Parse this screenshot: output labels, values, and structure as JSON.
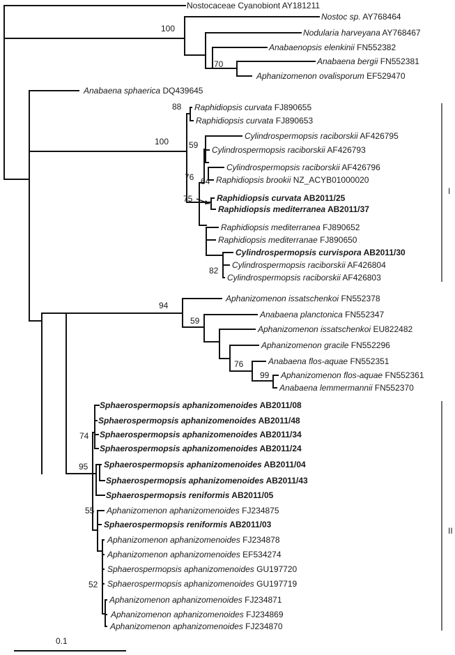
{
  "taxa": {
    "nostocaceae_cyanobiont": {
      "genus": "",
      "acc": "Nostocaceae Cyanobiont AY181211"
    },
    "nostoc_sp": {
      "genus": "Nostoc sp.",
      "acc": "AY768464"
    },
    "nodularia_harveyana": {
      "genus": "Nodularia harveyana",
      "acc": "AY768467"
    },
    "anabaenopsis_elenkinii": {
      "genus": "Anabaenopsis elenkinii",
      "acc": "FN552382"
    },
    "anabaena_bergii": {
      "genus": "Anabaena bergii",
      "acc": "FN552381"
    },
    "aphanizomenon_ovalisporum": {
      "genus": "Aphanizomenon ovalisporum",
      "acc": "EF529470"
    },
    "anabaena_sphaerica": {
      "genus": "Anabaena sphaerica",
      "acc": "DQ439645"
    },
    "raph_curvata_fj890655": {
      "genus": "Raphidiopsis curvata",
      "acc": "FJ890655"
    },
    "raph_curvata_fj890653": {
      "genus": "Raphidiopsis curvata",
      "acc": "FJ890653"
    },
    "cyl_rac_af426795": {
      "genus": "Cylindrospermopsis raciborskii",
      "acc": "AF426795"
    },
    "cyl_rac_af426793": {
      "genus": "Cylindrospermopsis raciborskii",
      "acc": "AF426793"
    },
    "cyl_rac_af426796": {
      "genus": "Cylindrospermopsis raciborskii",
      "acc": "AF426796"
    },
    "raph_brookii": {
      "genus": "Raphidiopsis brookii",
      "acc": "NZ_ACYB01000020"
    },
    "raph_curvata_ab2011_25": {
      "genus": "Raphidiopsis curvata",
      "acc": "AB2011/25"
    },
    "raph_med_ab2011_37": {
      "genus": "Raphidiopsis mediterranea",
      "acc": "AB2011/37"
    },
    "raph_med_fj890652": {
      "genus": "Raphidiopsis mediterranea",
      "acc": "FJ890652"
    },
    "raph_med_fj890650": {
      "genus": "Raphidiopsis mediterranae",
      "acc": "FJ890650"
    },
    "cyl_curvispora_ab2011_30": {
      "genus": "Cylindrospermopsis curvispora",
      "acc": "AB2011/30"
    },
    "cyl_rac_af426804": {
      "genus": "Cylindrospermopsis raciborskii",
      "acc": "AF426804"
    },
    "cyl_rac_af426803": {
      "genus": "Cylindrospermopsis raciborskii",
      "acc": "AF426803"
    },
    "aph_issat_fn552378": {
      "genus": "Aphanizomenon issatschenkoi",
      "acc": "FN552378"
    },
    "anabaena_planctonica": {
      "genus": "Anabaena planctonica",
      "acc": "FN552347"
    },
    "aph_issat_eu822482": {
      "genus": "Aphanizomenon issatschenkoi",
      "acc": "EU822482"
    },
    "aph_gracile": {
      "genus": "Aphanizomenon gracile",
      "acc": "FN552296"
    },
    "anabaena_flos_aquae": {
      "genus": "Anabaena flos-aquae",
      "acc": "FN552351"
    },
    "aph_flos_aquae": {
      "genus": "Aphanizomenon flos-aquae",
      "acc": "FN552361"
    },
    "anabaena_lemmermannii": {
      "genus": "Anabaena lemmermannii",
      "acc": "FN552370"
    },
    "sph_aph_ab2011_08": {
      "genus": "Sphaerospermopsis aphanizomenoides",
      "acc": "AB2011/08"
    },
    "sph_aph_ab2011_48": {
      "genus": "Sphaerospermopsis aphanizomenoides",
      "acc": "AB2011/48"
    },
    "sph_aph_ab2011_34": {
      "genus": "Sphaerospermopsis aphanizomenoides",
      "acc": "AB2011/34"
    },
    "sph_aph_ab2011_24": {
      "genus": "Sphaerospermopsis aphanizomenoides",
      "acc": "AB2011/24"
    },
    "sph_aph_ab2011_04": {
      "genus": "Sphaerospermopsis aphanizomenoides",
      "acc": "AB2011/04"
    },
    "sph_aph_ab2011_43": {
      "genus": "Sphaerospermopsis aphanizomenoides",
      "acc": "AB2011/43"
    },
    "sph_reniformis_ab2011_05": {
      "genus": "Sphaerospermopsis reniformis",
      "acc": "AB2011/05"
    },
    "aph_aph_fj234875": {
      "genus": "Aphanizomenon aphanizomenoides",
      "acc": "FJ234875"
    },
    "sph_reniformis_ab2011_03": {
      "genus": "Sphaerospermopsis reniformis",
      "acc": "AB2011/03"
    },
    "aph_aph_fj234878": {
      "genus": "Aphanizomenon aphanizomenoides",
      "acc": "FJ234878"
    },
    "aph_aph_ef534274": {
      "genus": "Aphanizomenon aphanizomenoides",
      "acc": "EF534274"
    },
    "sph_aph_gu197720": {
      "genus": "Sphaerospermopsis aphanizomenoides",
      "acc": "GU197720"
    },
    "sph_aph_gu197719": {
      "genus": "Sphaerospermopsis aphanizomenoides",
      "acc": "GU197719"
    },
    "aph_aph_fj234871": {
      "genus": "Aphanizomenon aphanizomenoides",
      "acc": "FJ234871"
    },
    "aph_aph_fj234869": {
      "genus": "Aphanizomenon aphanizomenoides",
      "acc": "FJ234869"
    },
    "aph_aph_fj234870": {
      "genus": "Aphanizomenon aphanizomenoides",
      "acc": "FJ234870"
    }
  },
  "bootstrap": {
    "outgroup_100": "100",
    "anabaena_bergii_clade_70": "70",
    "raph_curvata_88": "88",
    "cylindro_clade_100": "100",
    "cyl_rac_59": "59",
    "inner_76": "76",
    "brookii_64": "64",
    "ab2011_75": "75",
    "curvispora_82": "82",
    "aphanizomenon_94": "94",
    "planctonica_59": "59",
    "flos_aquae_76": "76",
    "lemmermannii_99": "99",
    "sphaero_74": "74",
    "sphaero_95": "95",
    "sphaero_55": "55",
    "sphaero_52": "52"
  },
  "clades": {
    "cluster_1": "I",
    "cluster_2": "II"
  },
  "scale_bar": {
    "label": "0.1"
  }
}
